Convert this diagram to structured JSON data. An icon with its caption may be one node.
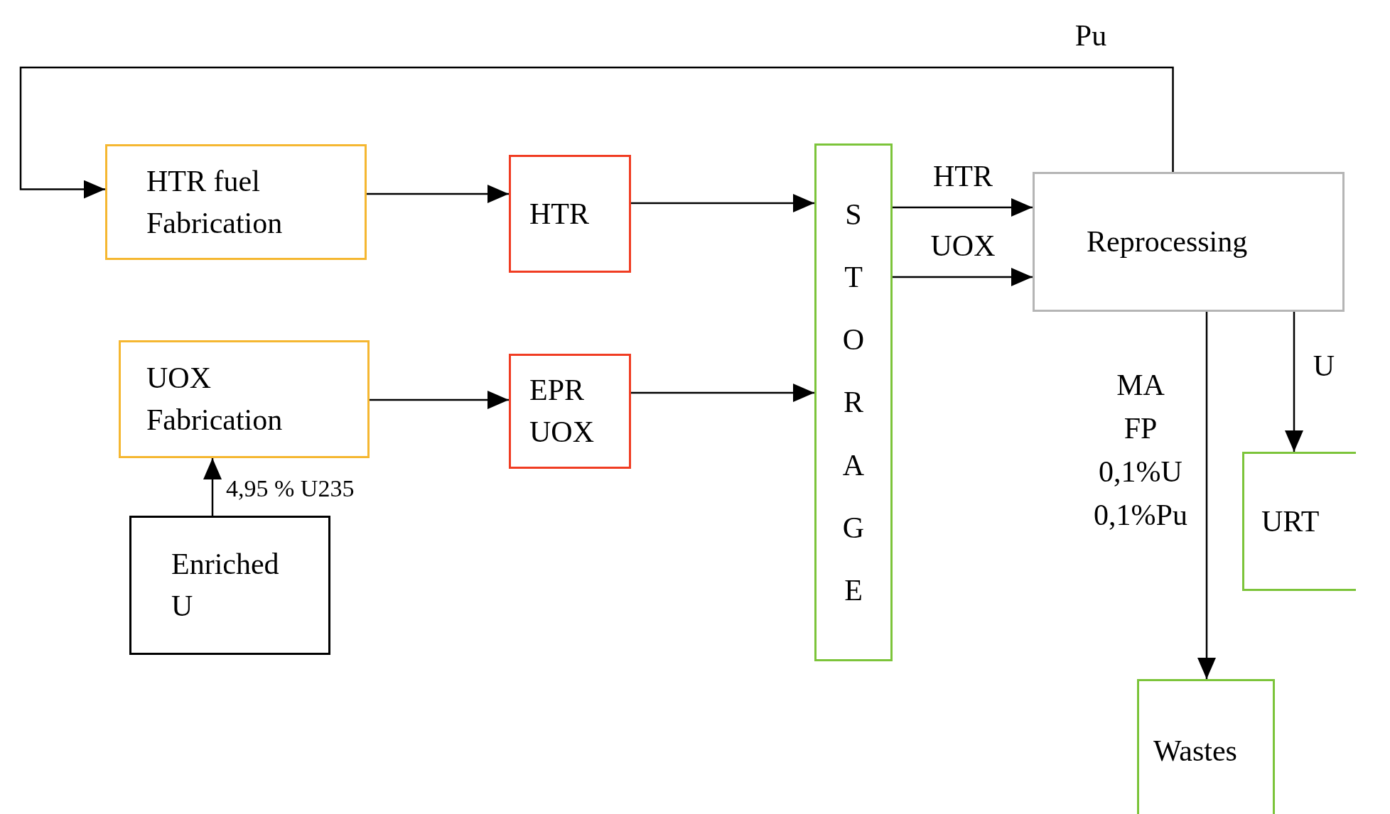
{
  "diagram": {
    "nodes": [
      {
        "text": [
          "HTR fuel Fabrication"
        ]
      },
      {
        "text": [
          "HTR"
        ]
      },
      {
        "text": [
          "UOX Fabrication"
        ]
      },
      {
        "text": [
          "EPR UOX"
        ]
      },
      {
        "text": [
          "Enriched U"
        ]
      },
      {
        "text": [
          "STORAGE"
        ]
      },
      {
        "text": [
          "Reprocessing"
        ]
      },
      {
        "text": [
          "URT"
        ]
      },
      {
        "text": [
          "Wastes"
        ]
      }
    ],
    "edges": [
      {
        "from": 6,
        "to": 0,
        "arrow": "to",
        "label": "Pu"
      },
      {
        "from": 0,
        "to": 1,
        "arrow": "to"
      },
      {
        "from": 2,
        "to": 3,
        "arrow": "to"
      },
      {
        "from": 4,
        "to": 2,
        "arrow": "to",
        "label": "4,95 % U235"
      },
      {
        "from": 1,
        "to": 5,
        "arrow": "to"
      },
      {
        "from": 3,
        "to": 5,
        "arrow": "to"
      },
      {
        "from": 5,
        "to": 6,
        "arrow": "to",
        "label": "HTR"
      },
      {
        "from": 5,
        "to": 6,
        "arrow": "to",
        "label": "UOX"
      },
      {
        "from": 6,
        "to": 7,
        "arrow": "to",
        "label": "U"
      },
      {
        "from": 6,
        "to": 8,
        "arrow": "to",
        "label": "MA FP 0,1%U 0,1%Pu"
      }
    ]
  }
}
